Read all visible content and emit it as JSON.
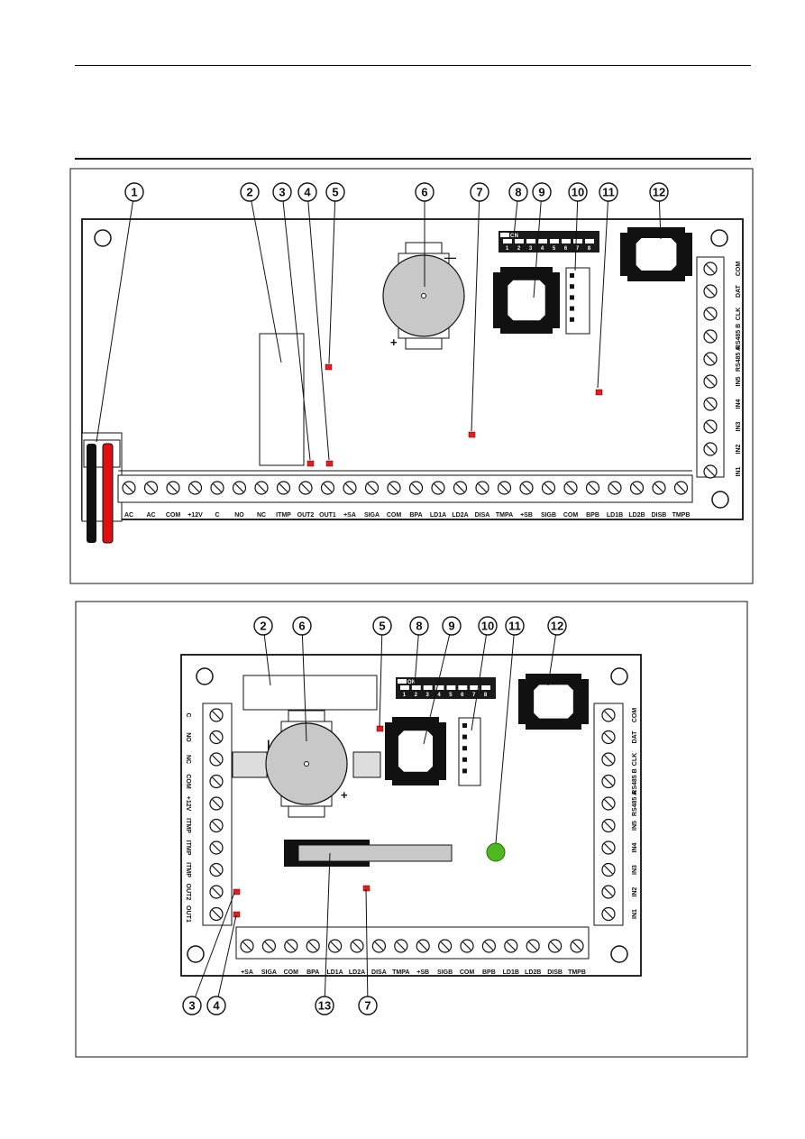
{
  "top_board": {
    "callouts": [
      "1",
      "2",
      "3",
      "4",
      "5",
      "6",
      "7",
      "8",
      "9",
      "10",
      "11",
      "12"
    ],
    "bottom_terminals": [
      "AC",
      "AC",
      "COM",
      "+12V",
      "C",
      "NO",
      "NC",
      "ITMP",
      "OUT2",
      "OUT1",
      "+SA",
      "SIGA",
      "COM",
      "BPA",
      "LD1A",
      "LD2A",
      "DISA",
      "TMPA",
      "+SB",
      "SIGB",
      "COM",
      "BPB",
      "LD1B",
      "LD2B",
      "DISB",
      "TMPB"
    ],
    "right_terminals": [
      "COM",
      "DAT",
      "CLK",
      "RS485 B",
      "RS485 A",
      "IN5",
      "IN4",
      "IN3",
      "IN2",
      "IN1"
    ],
    "dip_on_label": "ON",
    "dip_numbers": [
      "1",
      "2",
      "3",
      "4",
      "5",
      "6",
      "7",
      "8"
    ],
    "battery_plus": "+",
    "battery_minus": "—"
  },
  "bottom_board": {
    "callouts": [
      "2",
      "6",
      "5",
      "8",
      "9",
      "10",
      "11",
      "12",
      "3",
      "4",
      "13",
      "7"
    ],
    "bottom_terminals": [
      "+SA",
      "SIGA",
      "COM",
      "BPA",
      "LD1A",
      "LD2A",
      "DISA",
      "TMPA",
      "+SB",
      "SIGB",
      "COM",
      "BPB",
      "LD1B",
      "LD2B",
      "DISB",
      "TMPB"
    ],
    "left_terminals": [
      "C",
      "NO",
      "NC",
      "COM",
      "+12V",
      "ITMP",
      "ITMP",
      "ITMP",
      "OUT2",
      "OUT1"
    ],
    "right_terminals": [
      "COM",
      "DAT",
      "CLK",
      "RS485 B",
      "RS485 A",
      "IN5",
      "IN4",
      "IN3",
      "IN2",
      "IN1"
    ],
    "dip_on_label": "ON",
    "dip_numbers": [
      "1",
      "2",
      "3",
      "4",
      "5",
      "6",
      "7",
      "8"
    ],
    "battery_plus": "+",
    "battery_minus": "|"
  },
  "colors": {
    "led_red": "#e02020",
    "led_green": "#4fb81e",
    "wire_red": "#e01010",
    "battery": "#c8c8c8"
  }
}
